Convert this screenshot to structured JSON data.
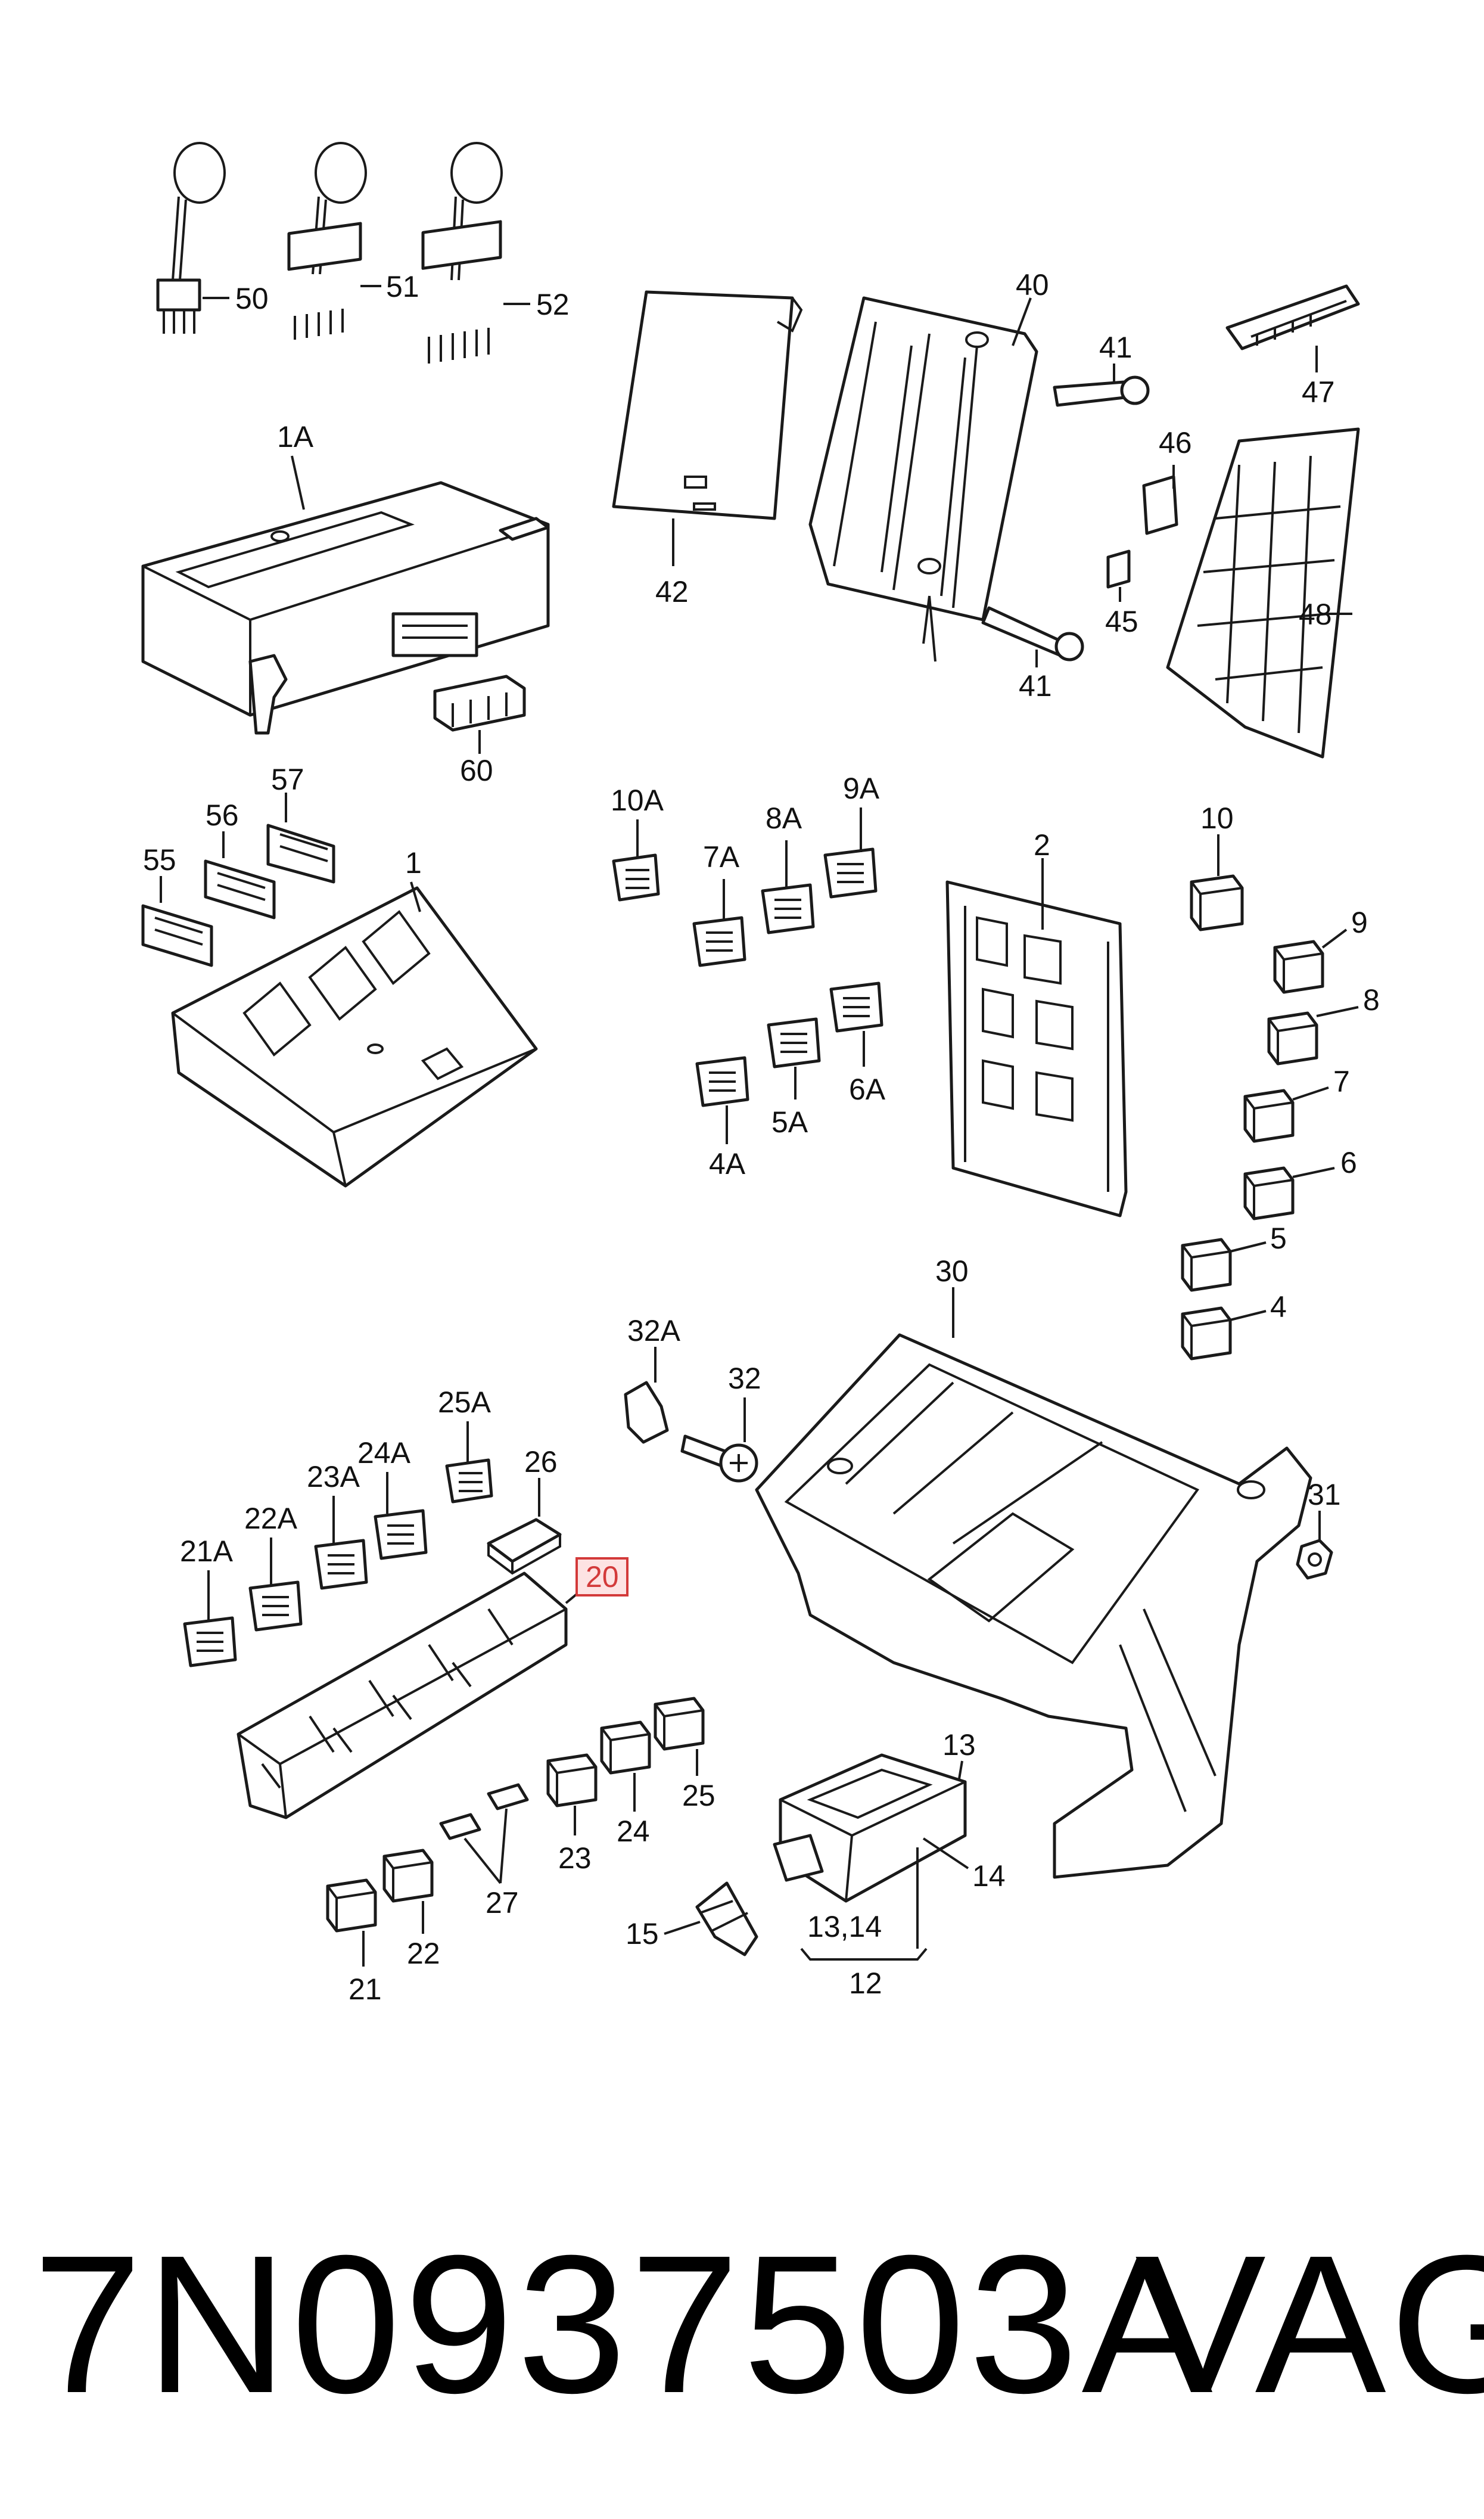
{
  "diagram": {
    "labels": {
      "p50": "50",
      "p51": "51",
      "p52": "52",
      "p1A": "1A",
      "p60": "60",
      "p42": "42",
      "p40": "40",
      "p41a": "41",
      "p41b": "41",
      "p46": "46",
      "p45": "45",
      "p47": "47",
      "p48": "48",
      "p57": "57",
      "p56": "56",
      "p55": "55",
      "p1": "1",
      "p10A": "10A",
      "p9A": "9A",
      "p8A": "8A",
      "p7A": "7A",
      "p6A": "6A",
      "p5A": "5A",
      "p4A": "4A",
      "p2": "2",
      "p10": "10",
      "p9": "9",
      "p8": "8",
      "p7": "7",
      "p6": "6",
      "p5": "5",
      "p4": "4",
      "p30": "30",
      "p31": "31",
      "p32A": "32A",
      "p32": "32",
      "p25A": "25A",
      "p26": "26",
      "p24A": "24A",
      "p23A": "23A",
      "p22A": "22A",
      "p21A": "21A",
      "p20": "20",
      "p25": "25",
      "p24": "24",
      "p23": "23",
      "p27": "27",
      "p22": "22",
      "p21": "21",
      "p13": "13",
      "p14": "14",
      "p1314": "13,14",
      "p12": "12",
      "p15": "15"
    },
    "highlighted_part": "20",
    "highlight_color": "#d33a3a"
  },
  "footer": {
    "part_number": "7N0937503A",
    "brand": "VAG"
  }
}
